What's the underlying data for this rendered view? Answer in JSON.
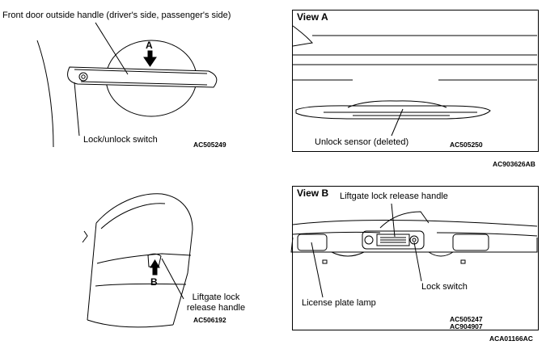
{
  "top_left": {
    "handle_title": "Front door outside handle (driver's side, passenger's side)",
    "marker": "A",
    "switch_label": "Lock/unlock switch",
    "code": "AC505249"
  },
  "view_a": {
    "title": "View A",
    "sensor_label": "Unlock sensor (deleted)",
    "code": "AC505250"
  },
  "mid_right_code": "AC903626AB",
  "bottom_left": {
    "marker": "B",
    "handle_label_line1": "Liftgate lock",
    "handle_label_line2": "release handle",
    "code": "AC506192"
  },
  "view_b": {
    "title": "View B",
    "handle_label": "Liftgate lock release handle",
    "switch_label": "Lock switch",
    "lamp_label": "License plate lamp",
    "code1": "AC505247",
    "code2": "AC904907"
  },
  "figure_code": "ACA01166AC"
}
